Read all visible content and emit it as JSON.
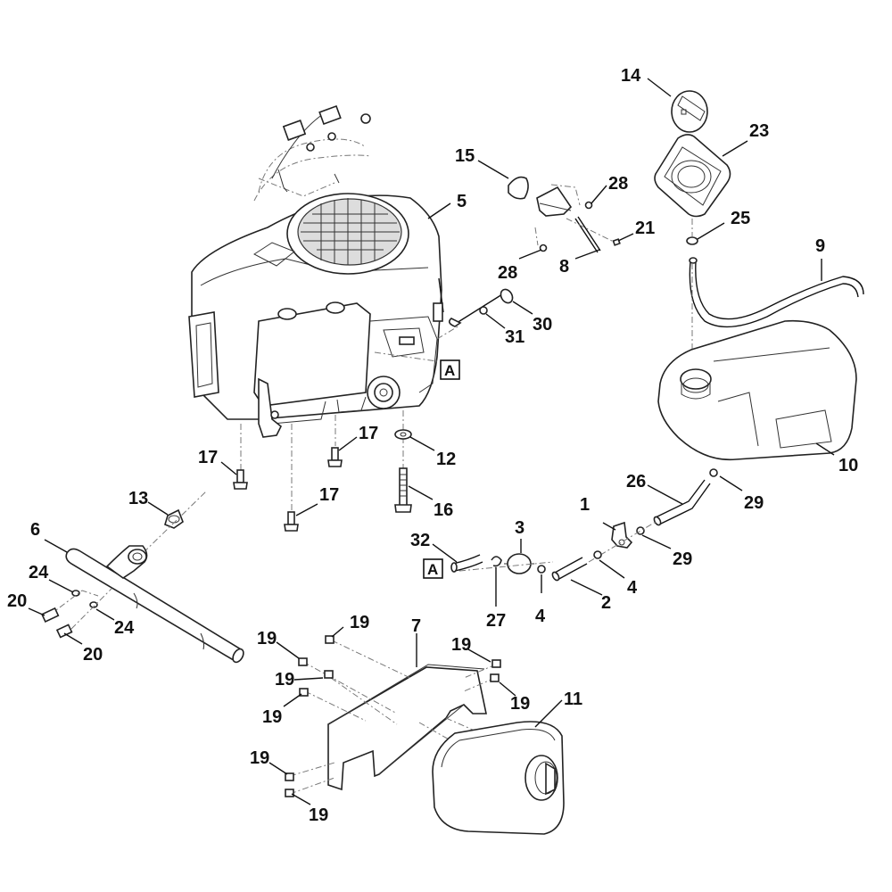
{
  "diagram": {
    "type": "exploded-parts-diagram",
    "subject": "engine, fuel tank and exhaust assembly",
    "reference_marker": "A",
    "callouts": [
      {
        "id": "c1",
        "number": "1",
        "part": "fuel valve"
      },
      {
        "id": "c2",
        "number": "2",
        "part": "fuel hose"
      },
      {
        "id": "c3",
        "number": "3",
        "part": "fuel filter"
      },
      {
        "id": "c4a",
        "number": "4",
        "part": "hose clamp"
      },
      {
        "id": "c4b",
        "number": "4",
        "part": "hose clamp"
      },
      {
        "id": "c5",
        "number": "5",
        "part": "engine"
      },
      {
        "id": "c6",
        "number": "6",
        "part": "exhaust pipe"
      },
      {
        "id": "c7",
        "number": "7",
        "part": "heat shield"
      },
      {
        "id": "c8",
        "number": "8",
        "part": "throttle bracket / rod"
      },
      {
        "id": "c9",
        "number": "9",
        "part": "vent hose"
      },
      {
        "id": "c10",
        "number": "10",
        "part": "fuel tank"
      },
      {
        "id": "c11",
        "number": "11",
        "part": "muffler"
      },
      {
        "id": "c12",
        "number": "12",
        "part": "washer"
      },
      {
        "id": "c13",
        "number": "13",
        "part": "exhaust gasket"
      },
      {
        "id": "c14",
        "number": "14",
        "part": "fuel cap"
      },
      {
        "id": "c15",
        "number": "15",
        "part": "knob"
      },
      {
        "id": "c16",
        "number": "16",
        "part": "bolt"
      },
      {
        "id": "c17a",
        "number": "17",
        "part": "bolt"
      },
      {
        "id": "c17b",
        "number": "17",
        "part": "bolt"
      },
      {
        "id": "c17c",
        "number": "17",
        "part": "bolt"
      },
      {
        "id": "c19a",
        "number": "19",
        "part": "screw"
      },
      {
        "id": "c19b",
        "number": "19",
        "part": "screw"
      },
      {
        "id": "c19c",
        "number": "19",
        "part": "screw"
      },
      {
        "id": "c19d",
        "number": "19",
        "part": "screw"
      },
      {
        "id": "c19e",
        "number": "19",
        "part": "screw"
      },
      {
        "id": "c19f",
        "number": "19",
        "part": "screw"
      },
      {
        "id": "c19g",
        "number": "19",
        "part": "screw"
      },
      {
        "id": "c19h",
        "number": "19",
        "part": "screw"
      },
      {
        "id": "c20a",
        "number": "20",
        "part": "bolt"
      },
      {
        "id": "c20b",
        "number": "20",
        "part": "bolt"
      },
      {
        "id": "c21",
        "number": "21",
        "part": "screw"
      },
      {
        "id": "c23",
        "number": "23",
        "part": "filler neck bezel"
      },
      {
        "id": "c24a",
        "number": "24",
        "part": "washer"
      },
      {
        "id": "c24b",
        "number": "24",
        "part": "washer"
      },
      {
        "id": "c25",
        "number": "25",
        "part": "clamp"
      },
      {
        "id": "c26",
        "number": "26",
        "part": "fuel hose"
      },
      {
        "id": "c27",
        "number": "27",
        "part": "hose clamp"
      },
      {
        "id": "c28a",
        "number": "28",
        "part": "nut"
      },
      {
        "id": "c28b",
        "number": "28",
        "part": "nut"
      },
      {
        "id": "c29a",
        "number": "29",
        "part": "hose clamp"
      },
      {
        "id": "c29b",
        "number": "29",
        "part": "hose clamp"
      },
      {
        "id": "c30",
        "number": "30",
        "part": "cable"
      },
      {
        "id": "c31",
        "number": "31",
        "part": "screw"
      },
      {
        "id": "c32",
        "number": "32",
        "part": "fuel hose"
      }
    ]
  }
}
